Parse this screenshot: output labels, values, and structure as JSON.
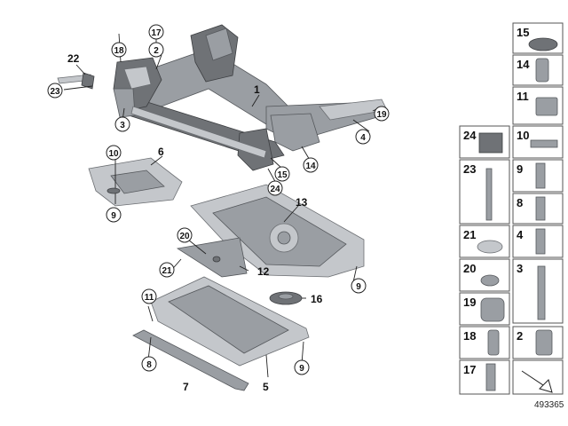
{
  "diagram": {
    "doc_number": "493365",
    "callouts": {
      "c1": "1",
      "c2": "2",
      "c3": "3",
      "c4": "4",
      "c5": "5",
      "c6": "6",
      "c7": "7",
      "c8": "8",
      "c9a": "9",
      "c9b": "9",
      "c9c": "9",
      "c10": "10",
      "c11": "11",
      "c12": "12",
      "c13": "13",
      "c14": "14",
      "c15": "15",
      "c16": "16",
      "c17": "17",
      "c18": "18",
      "c19": "19",
      "c20": "20",
      "c21": "21",
      "c22": "22",
      "c23": "23",
      "c24": "24"
    },
    "legend": {
      "r0": "15",
      "r1": "14",
      "r2": "11",
      "r3a": "24",
      "r3b": "10",
      "r4a": "23",
      "r4b": "9",
      "r5": "8",
      "r6a": "21",
      "r6b": "4",
      "r7a": "20",
      "r7b": "3",
      "r8": "19",
      "r9a": "18",
      "r9b": "2",
      "r10": "17"
    }
  }
}
